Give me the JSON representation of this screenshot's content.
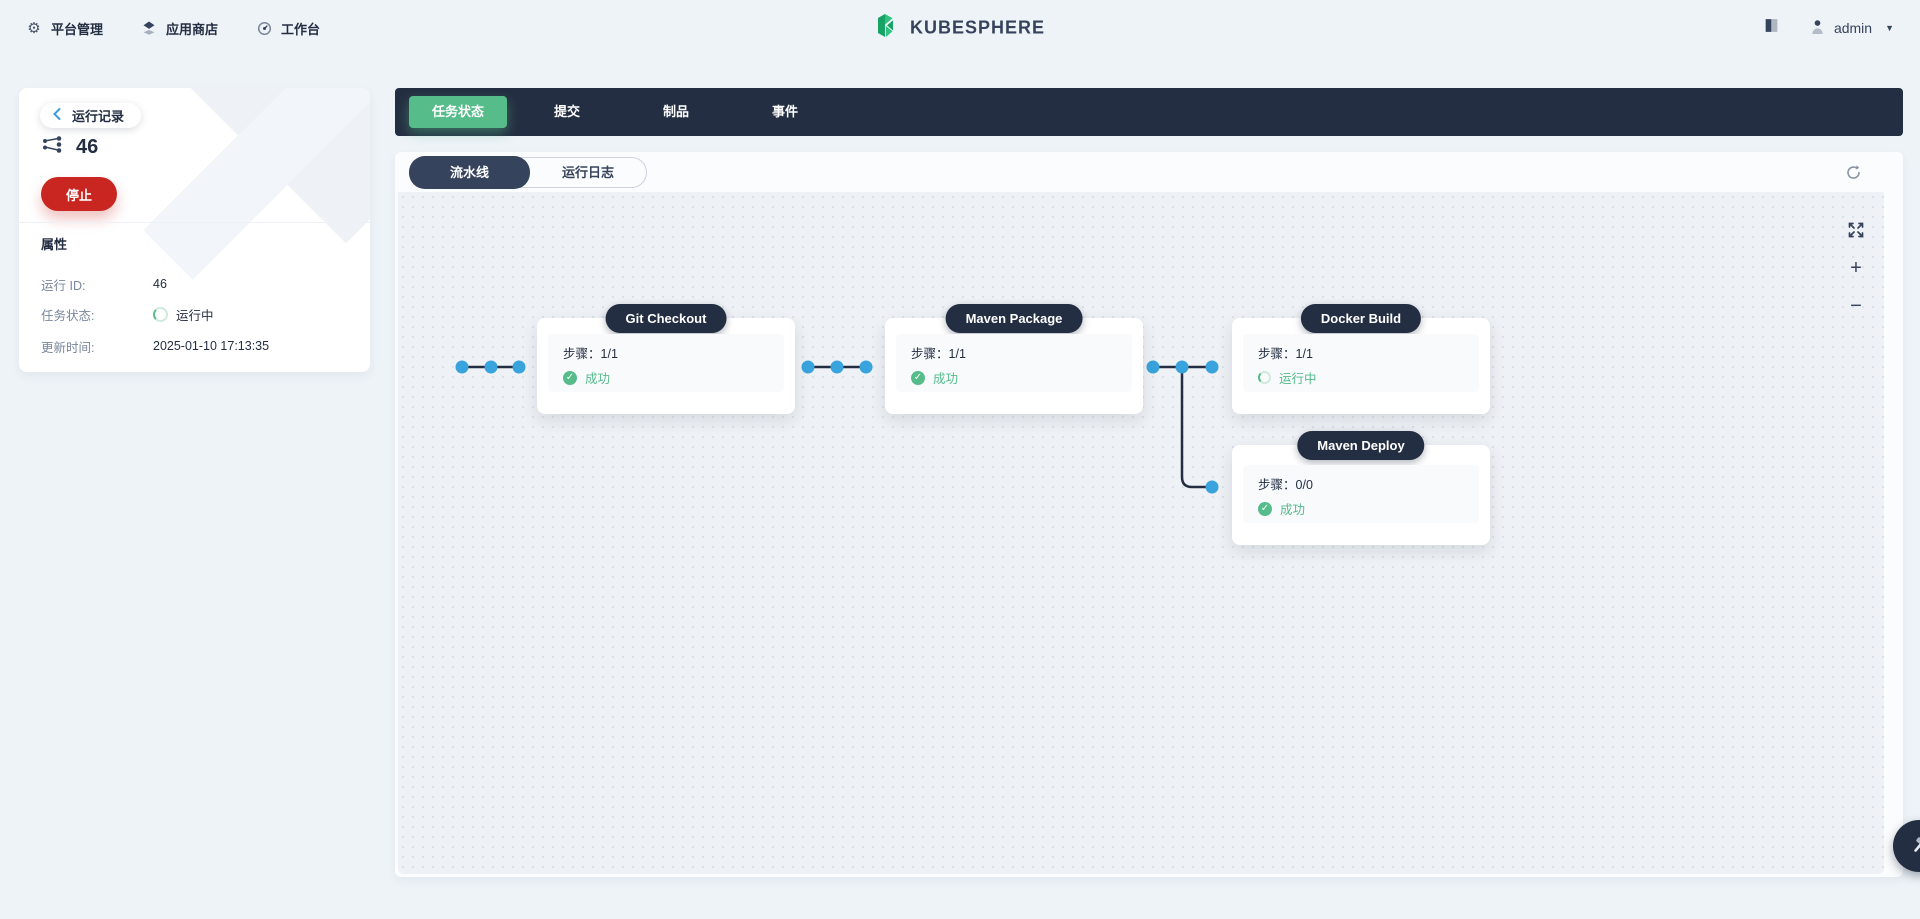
{
  "app": {
    "logo_text": "KUBESPHERE"
  },
  "header": {
    "nav_platform": "平台管理",
    "nav_appstore": "应用商店",
    "nav_workbench": "工作台",
    "username": "admin"
  },
  "sidebar": {
    "back_label": "运行记录",
    "run_id": "46",
    "stop_label": "停止",
    "section_title": "属性",
    "rows": [
      {
        "label": "运行 ID:",
        "value": "46"
      },
      {
        "label": "任务状态:",
        "value": "运行中"
      },
      {
        "label": "更新时间:",
        "value": "2025-01-10 17:13:35"
      }
    ]
  },
  "tabs": {
    "task_status": "任务状态",
    "commits": "提交",
    "artifacts": "制品",
    "events": "事件"
  },
  "subtabs": {
    "pipeline": "流水线",
    "run_logs": "运行日志"
  },
  "canvas_controls": {
    "zoom_in": "+",
    "zoom_out": "−"
  },
  "pipeline": {
    "steps_label": "步骤：",
    "stages": [
      {
        "name": "Git Checkout",
        "steps": "1/1",
        "status": "成功",
        "state": "success"
      },
      {
        "name": "Maven Package",
        "steps": "1/1",
        "status": "成功",
        "state": "success"
      },
      {
        "name": "Docker Build",
        "steps": "1/1",
        "status": "运行中",
        "state": "running"
      },
      {
        "name": "Maven Deploy",
        "steps": "0/0",
        "status": "成功",
        "state": "success"
      }
    ]
  },
  "icons": {
    "check": "✓"
  },
  "colors": {
    "dark_navy": "#242e42",
    "green": "#55bc8a",
    "red": "#ca2621",
    "dot_blue": "#38a3dd",
    "link_blue": "#3a9de0"
  }
}
